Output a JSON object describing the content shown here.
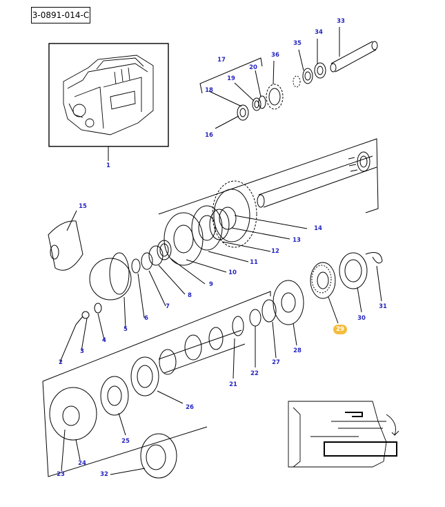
{
  "reference_code": "3-0891-014-C",
  "highlight_color": "#f4bd3c",
  "callout_color": "#2525c0",
  "callouts": [
    {
      "id": "p1",
      "label": "1"
    },
    {
      "id": "p2",
      "label": "2"
    },
    {
      "id": "p3",
      "label": "3"
    },
    {
      "id": "p4",
      "label": "4"
    },
    {
      "id": "p5",
      "label": "5"
    },
    {
      "id": "p6",
      "label": "6"
    },
    {
      "id": "p7",
      "label": "7"
    },
    {
      "id": "p8",
      "label": "8"
    },
    {
      "id": "p9",
      "label": "9"
    },
    {
      "id": "p10",
      "label": "10"
    },
    {
      "id": "p11",
      "label": "11"
    },
    {
      "id": "p12",
      "label": "12"
    },
    {
      "id": "p13",
      "label": "13"
    },
    {
      "id": "p14",
      "label": "14"
    },
    {
      "id": "p15",
      "label": "15"
    },
    {
      "id": "p16",
      "label": "16"
    },
    {
      "id": "p17",
      "label": "17"
    },
    {
      "id": "p18",
      "label": "18"
    },
    {
      "id": "p19",
      "label": "19"
    },
    {
      "id": "p20",
      "label": "20"
    },
    {
      "id": "p21",
      "label": "21"
    },
    {
      "id": "p22",
      "label": "22"
    },
    {
      "id": "p23",
      "label": "23"
    },
    {
      "id": "p24",
      "label": "24"
    },
    {
      "id": "p25",
      "label": "25"
    },
    {
      "id": "p26",
      "label": "26"
    },
    {
      "id": "p27",
      "label": "27"
    },
    {
      "id": "p28",
      "label": "28"
    },
    {
      "id": "p29",
      "label": "29",
      "highlighted": true
    },
    {
      "id": "p30",
      "label": "30"
    },
    {
      "id": "p31",
      "label": "31"
    },
    {
      "id": "p32",
      "label": "32"
    },
    {
      "id": "p33",
      "label": "33"
    },
    {
      "id": "p34",
      "label": "34"
    },
    {
      "id": "p35",
      "label": "35"
    },
    {
      "id": "p36",
      "label": "36"
    }
  ]
}
